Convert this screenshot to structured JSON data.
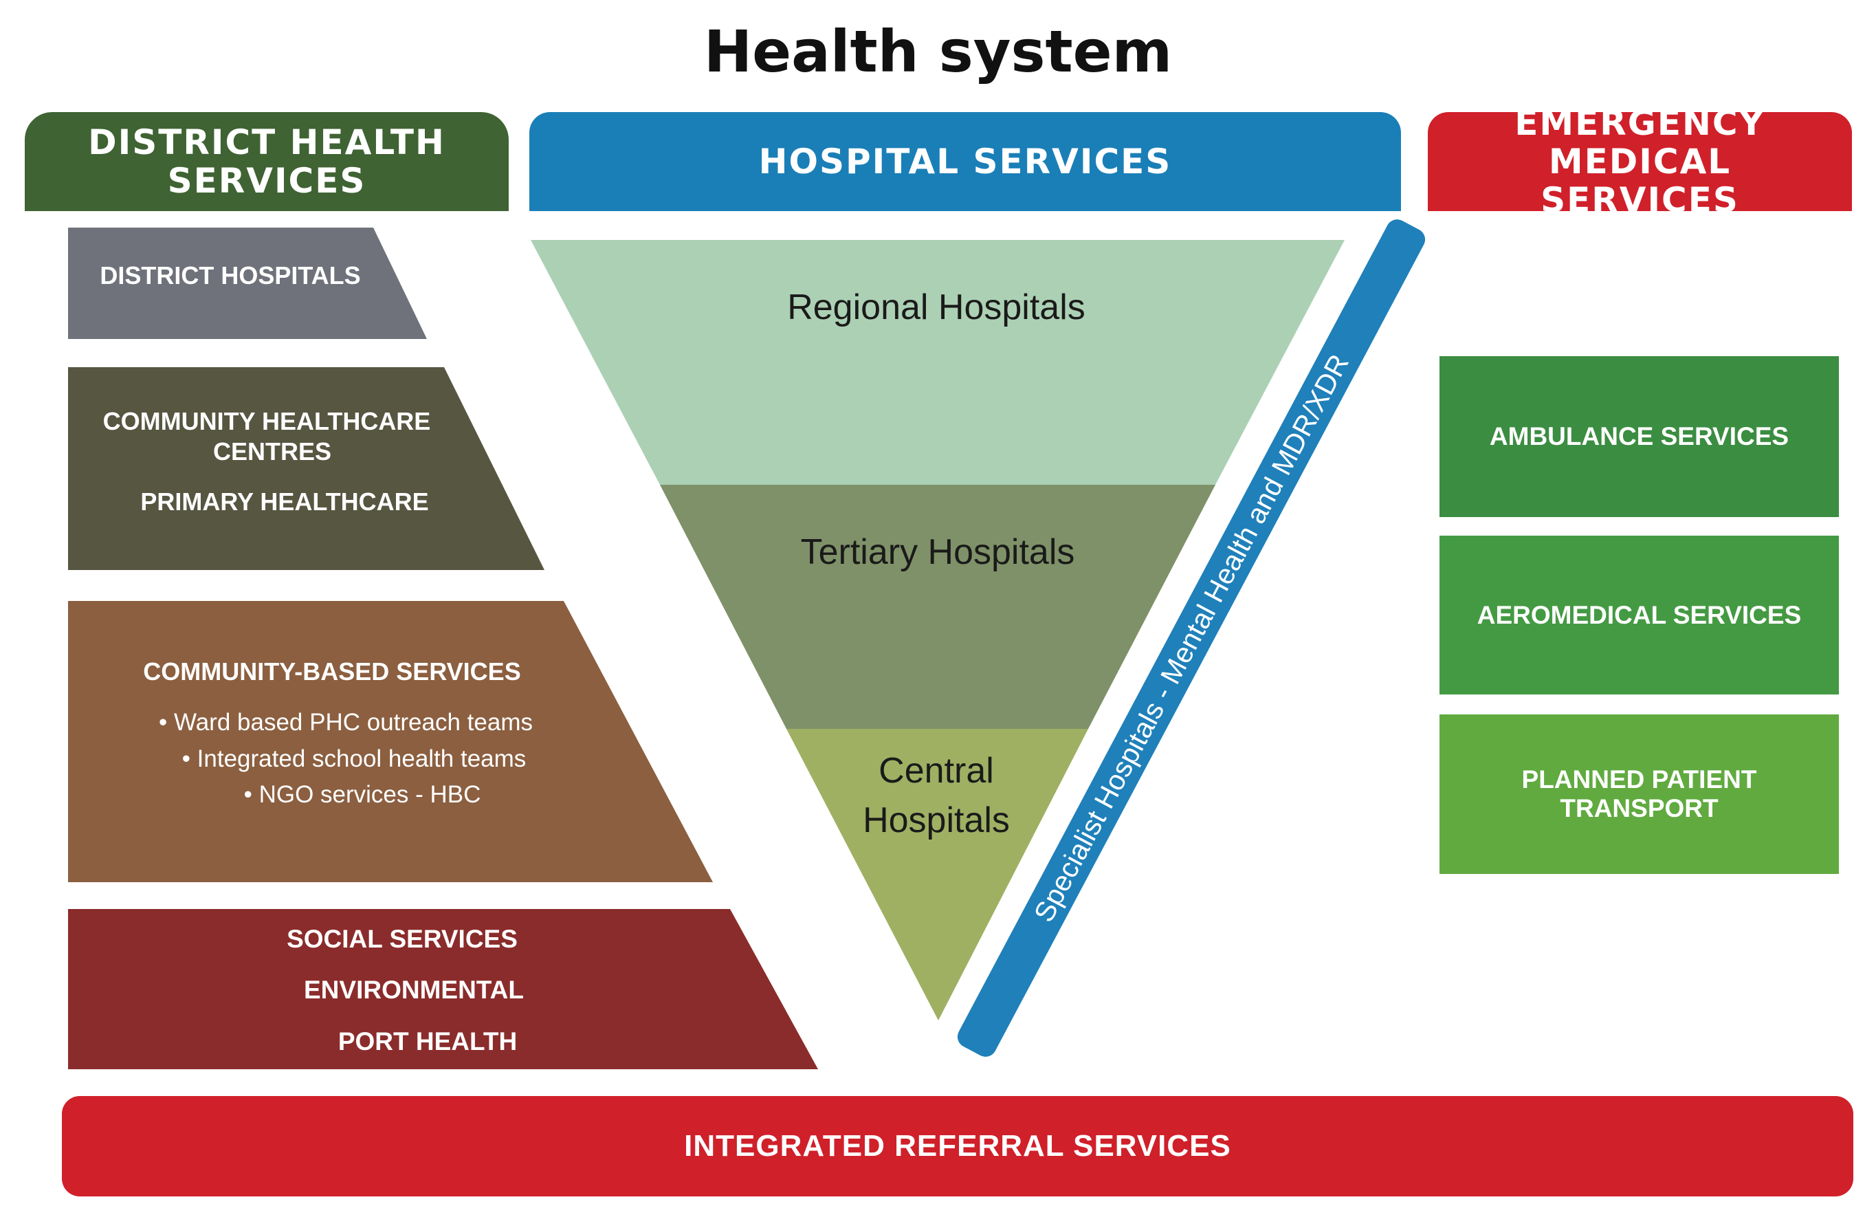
{
  "title": "Health system",
  "colors": {
    "district_header": "#3f6333",
    "hospital_header": "#1a7fb7",
    "ems_header": "#d0202a",
    "district_hospitals": "#6f727a",
    "community_centres": "#575641",
    "community_based": "#8b5f40",
    "social": "#8a2c2b",
    "regional": "#acd0b4",
    "tertiary": "#7f9168",
    "central": "#9fb063",
    "specialist_band": "#1f80ba",
    "ambulance": "#3b8d41",
    "aeromedical": "#449a43",
    "planned": "#60aa3f",
    "referral": "#d0202a"
  },
  "headers": {
    "district": [
      "DISTRICT HEALTH",
      "SERVICES"
    ],
    "hospital": "HOSPITAL SERVICES",
    "ems": [
      "EMERGENCY MEDICAL",
      "SERVICES"
    ]
  },
  "district": {
    "district_hospitals": "DISTRICT HOSPITALS",
    "community_centres": [
      "COMMUNITY HEALTHCARE",
      "CENTRES"
    ],
    "primary": "PRIMARY HEALTHCARE",
    "community_based": "COMMUNITY-BASED SERVICES",
    "bullets": [
      "• Ward based PHC outreach teams",
      "• Integrated school health teams",
      "• NGO services - HBC"
    ],
    "social": "SOCIAL SERVICES",
    "environmental": "ENVIRONMENTAL",
    "port": "PORT HEALTH"
  },
  "hospital": {
    "regional": "Regional Hospitals",
    "tertiary": "Tertiary Hospitals",
    "central": [
      "Central",
      "Hospitals"
    ],
    "specialist": "Specialist Hospitals - Mental Health and MDR/XDR"
  },
  "ems": {
    "ambulance": "AMBULANCE SERVICES",
    "aeromedical": "AEROMEDICAL SERVICES",
    "planned": [
      "PLANNED PATIENT",
      "TRANSPORT"
    ]
  },
  "referral": "INTEGRATED REFERRAL SERVICES"
}
